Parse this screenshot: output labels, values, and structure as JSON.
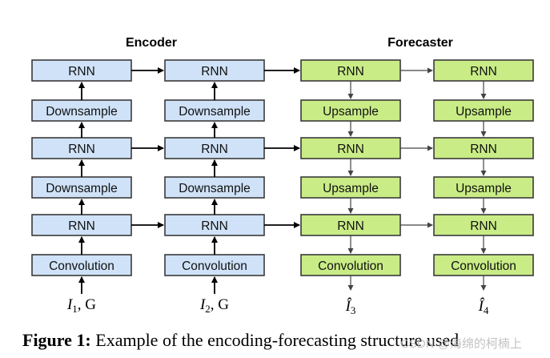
{
  "headers": {
    "encoder": "Encoder",
    "forecaster": "Forecaster"
  },
  "encoder_columns": [
    {
      "rnn_top": "RNN",
      "down_top": "Downsample",
      "rnn_mid": "RNN",
      "down_bottom": "Downsample",
      "rnn_bottom": "RNN",
      "conv": "Convolution",
      "input_var": "I",
      "input_sub": "1",
      "input_extra": ", G"
    },
    {
      "rnn_top": "RNN",
      "down_top": "Downsample",
      "rnn_mid": "RNN",
      "down_bottom": "Downsample",
      "rnn_bottom": "RNN",
      "conv": "Convolution",
      "input_var": "I",
      "input_sub": "2",
      "input_extra": ", G"
    }
  ],
  "forecaster_columns": [
    {
      "rnn_top": "RNN",
      "up_top": "Upsample",
      "rnn_mid": "RNN",
      "up_bottom": "Upsample",
      "rnn_bottom": "RNN",
      "conv": "Convolution",
      "output_var": "Î",
      "output_sub": "3"
    },
    {
      "rnn_top": "RNN",
      "up_top": "Upsample",
      "rnn_mid": "RNN",
      "up_bottom": "Upsample",
      "rnn_bottom": "RNN",
      "conv": "Convolution",
      "output_var": "Î",
      "output_sub": "4"
    }
  ],
  "caption": {
    "label": "Figure 1:",
    "text": "Example of the encoding-forecasting structure used"
  },
  "watermark": "CSDN @海绵的柯楠上"
}
